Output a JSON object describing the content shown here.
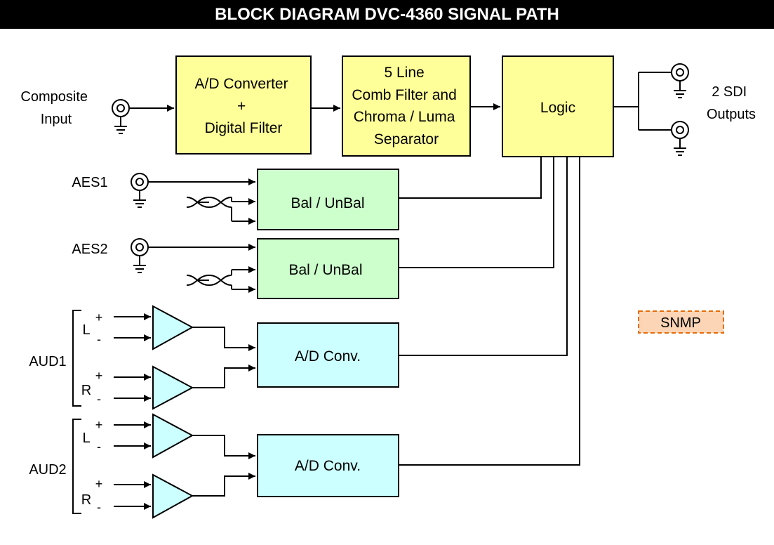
{
  "title": "BLOCK DIAGRAM DVC-4360 SIGNAL PATH",
  "colors": {
    "block_yellow": "#FFFF99",
    "block_green": "#CCFFCC",
    "block_cyan": "#CCFFFF",
    "snmp_fill": "#FBD5B5",
    "snmp_border": "#E46C0A"
  },
  "inputs": {
    "composite": [
      "Composite",
      "Input"
    ],
    "aes1": "AES1",
    "aes2": "AES2",
    "aud1": "AUD1",
    "aud2": "AUD2",
    "left": "L",
    "right": "R",
    "plus": "+",
    "minus": "-"
  },
  "blocks": {
    "adc": [
      "A/D Converter",
      "+",
      "Digital Filter"
    ],
    "comb": [
      "5 Line",
      "Comb Filter and",
      "Chroma / Luma",
      "Separator"
    ],
    "logic": "Logic",
    "bal1": "Bal / UnBal",
    "bal2": "Bal / UnBal",
    "adconv1": "A/D Conv.",
    "adconv2": "A/D Conv.",
    "snmp": "SNMP"
  },
  "outputs": [
    "2 SDI",
    "Outputs"
  ]
}
